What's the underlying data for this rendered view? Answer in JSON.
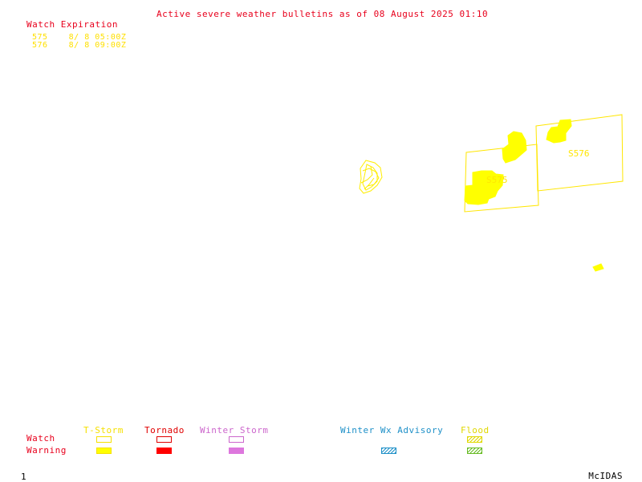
{
  "header": {
    "title": "Active severe weather bulletins as of 08 August 2025 01:10",
    "title_color": "#e8001c"
  },
  "watch_list": {
    "heading": "Watch Expiration",
    "heading_color": "#e8001c",
    "item_color": "#ffe000",
    "items": [
      {
        "number": "575",
        "expiration": "8/ 8 05:00Z"
      },
      {
        "number": "576",
        "expiration": "8/ 8 09:00Z"
      }
    ]
  },
  "map": {
    "watch_labels": [
      {
        "text": "S575"
      },
      {
        "text": "S576"
      }
    ],
    "watch_color": "#ffe600",
    "warning_color": "#ffff00"
  },
  "legend": {
    "row_labels": {
      "watch": "Watch",
      "warning": "Warning"
    },
    "row_label_color": "#e8001c",
    "categories": [
      {
        "label": "T-Storm",
        "color": "#f5e000",
        "watch_style": "outline",
        "warning_style": "fill"
      },
      {
        "label": "Tornado",
        "color": "#e00000",
        "watch_style": "outline",
        "warning_style": "fill"
      },
      {
        "label": "Winter Storm",
        "color": "#cc66cc",
        "watch_style": "outline",
        "warning_style": "fill"
      },
      {
        "label": "Winter Wx Advisory",
        "color": "#1e90c8",
        "watch_style": "none",
        "warning_style": "hatch"
      },
      {
        "label": "Flood",
        "color": "#e0d800",
        "watch_style": "hatch",
        "warning_style": "hatch",
        "warning_color": "#66bb22"
      }
    ]
  },
  "footer": {
    "frame_number": "1",
    "brand": "McIDAS"
  }
}
